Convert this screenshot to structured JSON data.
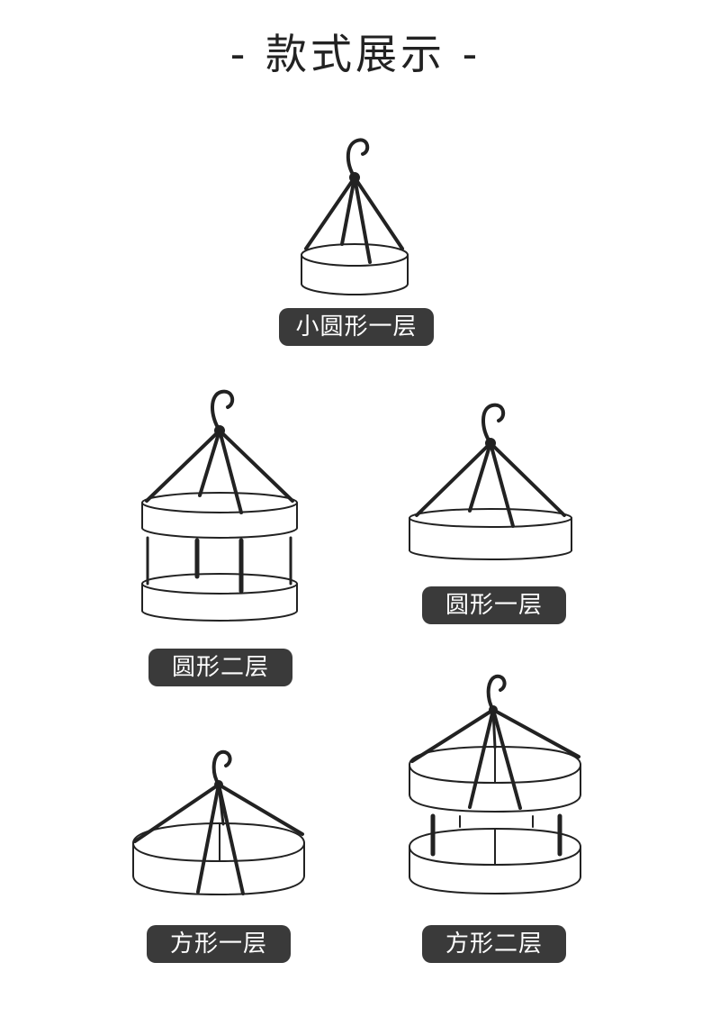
{
  "title": "- 款式展示 -",
  "styles": [
    {
      "label": "小圆形一层"
    },
    {
      "label": "圆形一层"
    },
    {
      "label": "圆形二层"
    },
    {
      "label": "方形一层"
    },
    {
      "label": "方形二层"
    }
  ],
  "colors": {
    "line": "#222222",
    "label_bg": "#3a3a3a",
    "label_text": "#ffffff"
  }
}
